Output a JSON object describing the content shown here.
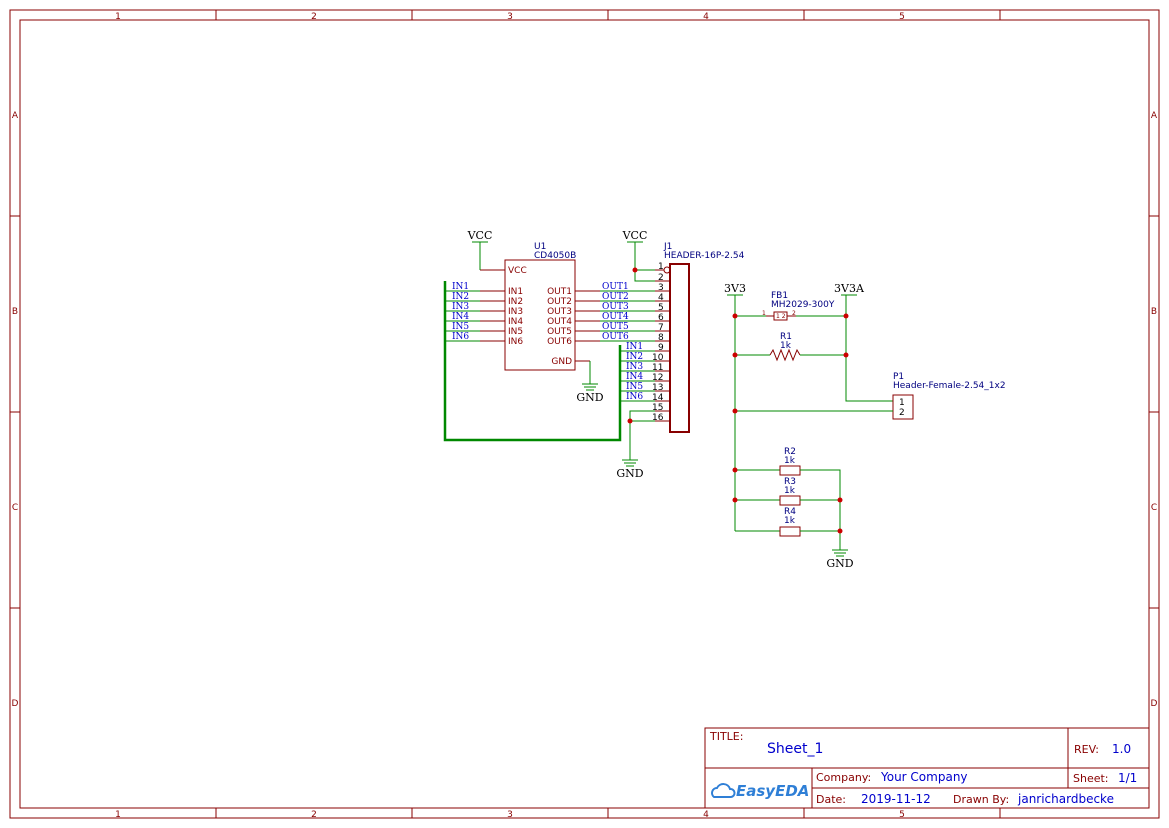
{
  "frame": {
    "columns": [
      "1",
      "2",
      "3",
      "4",
      "5"
    ],
    "rows": [
      "A",
      "B",
      "C",
      "D"
    ]
  },
  "power": {
    "vcc_u1": "VCC",
    "vcc_j1": "VCC",
    "gnd_u1": "GND",
    "gnd_j1": "GND",
    "v3v3": "3V3",
    "v3v3a": "3V3A",
    "gnd_r": "GND"
  },
  "u1": {
    "ref": "U1",
    "value": "CD4050B",
    "pins": {
      "vcc": "VCC",
      "gnd": "GND",
      "inputs": [
        "IN1",
        "IN2",
        "IN3",
        "IN4",
        "IN5",
        "IN6"
      ],
      "outputs": [
        "OUT1",
        "OUT2",
        "OUT3",
        "OUT4",
        "OUT5",
        "OUT6"
      ]
    }
  },
  "j1": {
    "ref": "J1",
    "value": "HEADER-16P-2.54",
    "pin_numbers": [
      "1",
      "2",
      "3",
      "4",
      "5",
      "6",
      "7",
      "8",
      "9",
      "10",
      "11",
      "12",
      "13",
      "14",
      "15",
      "16"
    ]
  },
  "nets": {
    "in_left": [
      "IN1",
      "IN2",
      "IN3",
      "IN4",
      "IN5",
      "IN6"
    ],
    "out_right": [
      "OUT1",
      "OUT2",
      "OUT3",
      "OUT4",
      "OUT5",
      "OUT6"
    ],
    "in_header": [
      "IN1",
      "IN2",
      "IN3",
      "IN4",
      "IN5",
      "IN6"
    ]
  },
  "fb1": {
    "ref": "FB1",
    "value": "MH2029-300Y",
    "pin1": "1",
    "pin2": "2",
    "inner": "1 2"
  },
  "r1": {
    "ref": "R1",
    "value": "1k"
  },
  "r2": {
    "ref": "R2",
    "value": "1k"
  },
  "r3": {
    "ref": "R3",
    "value": "1k"
  },
  "r4": {
    "ref": "R4",
    "value": "1k"
  },
  "p1": {
    "ref": "P1",
    "value": "Header-Female-2.54_1x2",
    "pin1": "1",
    "pin2": "2"
  },
  "title_block": {
    "title_label": "TITLE:",
    "title": "Sheet_1",
    "rev_label": "REV:",
    "rev": "1.0",
    "company_label": "Company:",
    "company": "Your Company",
    "sheet_label": "Sheet:",
    "sheet": "1/1",
    "date_label": "Date:",
    "date": "2019-11-12",
    "drawn_label": "Drawn By:",
    "drawn_by": "janrichardbecke",
    "logo": "EasyEDA"
  }
}
